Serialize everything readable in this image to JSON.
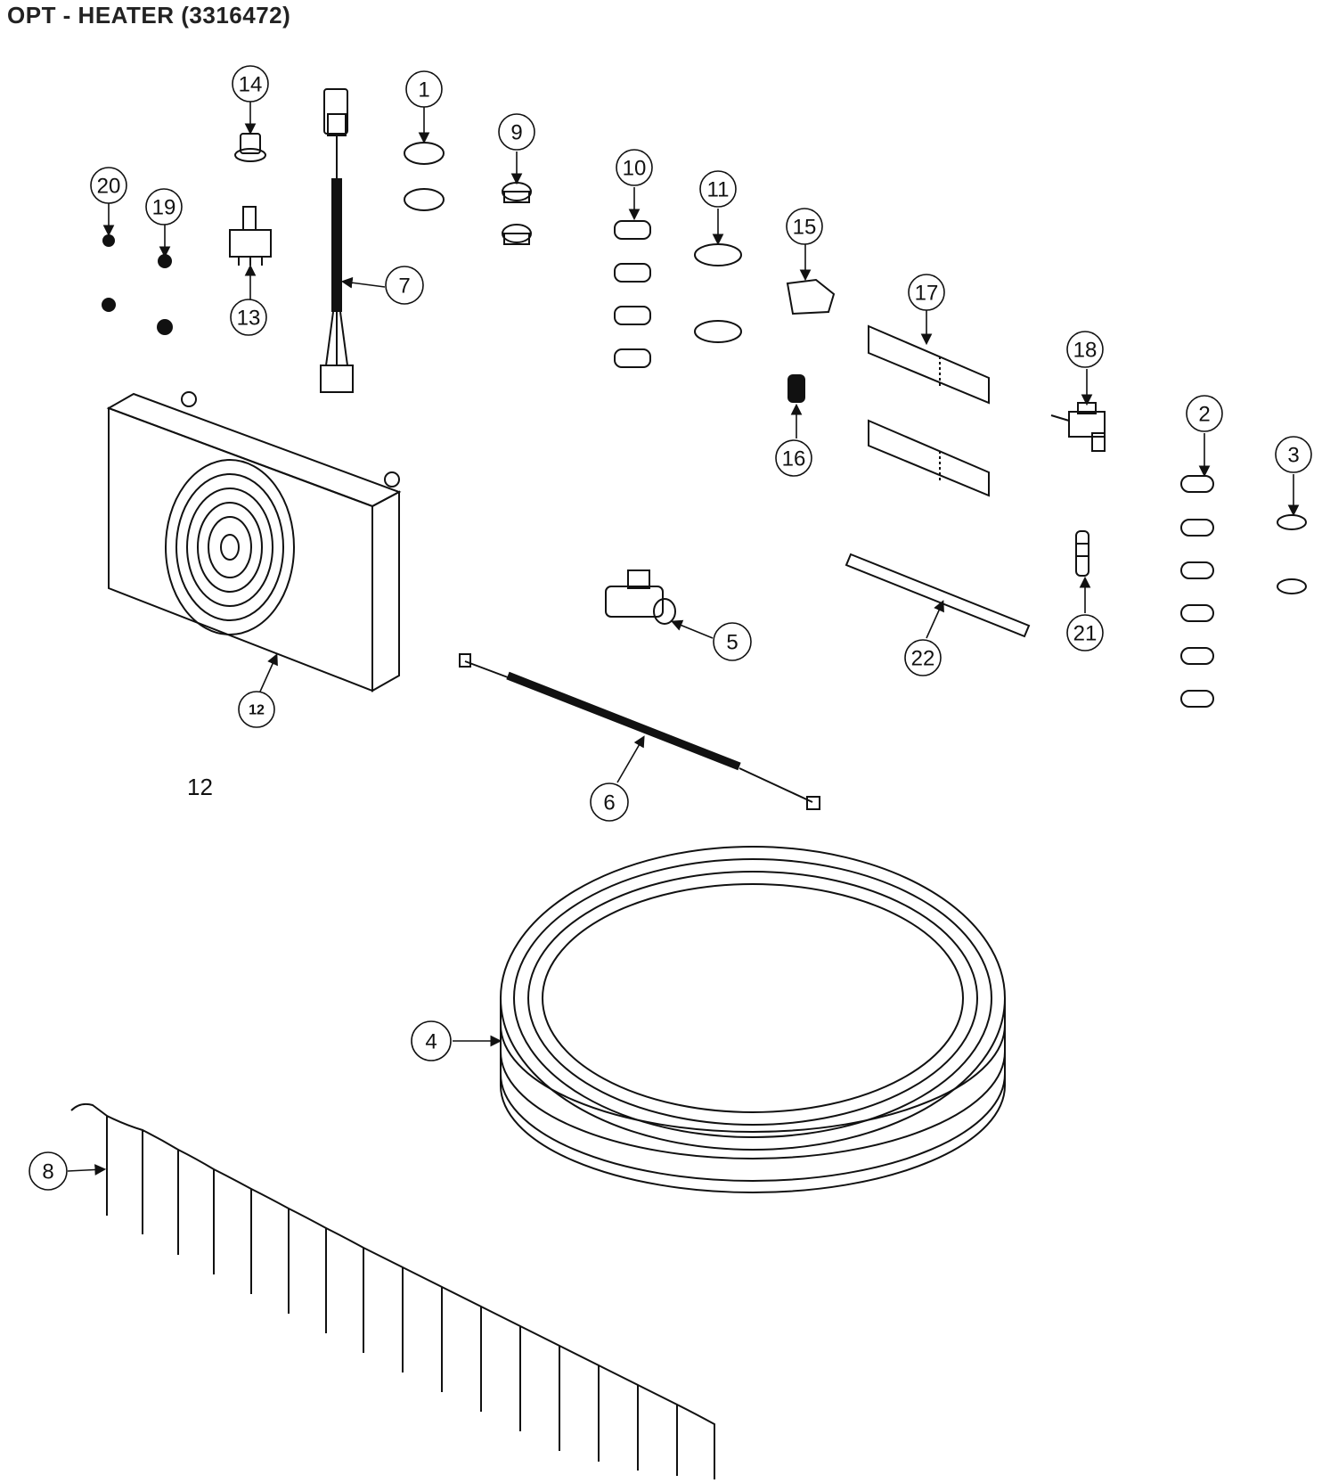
{
  "title": "OPT - HEATER (3316472)",
  "figure_label": "12",
  "callouts": [
    {
      "id": "c1",
      "label": "1"
    },
    {
      "id": "c2",
      "label": "2"
    },
    {
      "id": "c3",
      "label": "3"
    },
    {
      "id": "c4",
      "label": "4"
    },
    {
      "id": "c5",
      "label": "5"
    },
    {
      "id": "c6",
      "label": "6"
    },
    {
      "id": "c7",
      "label": "7"
    },
    {
      "id": "c8",
      "label": "8"
    },
    {
      "id": "c9",
      "label": "9"
    },
    {
      "id": "c10",
      "label": "10"
    },
    {
      "id": "c11",
      "label": "11"
    },
    {
      "id": "c12",
      "label": "12"
    },
    {
      "id": "c13",
      "label": "13"
    },
    {
      "id": "c14",
      "label": "14"
    },
    {
      "id": "c15",
      "label": "15"
    },
    {
      "id": "c16",
      "label": "16"
    },
    {
      "id": "c17",
      "label": "17"
    },
    {
      "id": "c18",
      "label": "18"
    },
    {
      "id": "c19",
      "label": "19"
    },
    {
      "id": "c20",
      "label": "20"
    },
    {
      "id": "c21",
      "label": "21"
    },
    {
      "id": "c22",
      "label": "22"
    }
  ]
}
